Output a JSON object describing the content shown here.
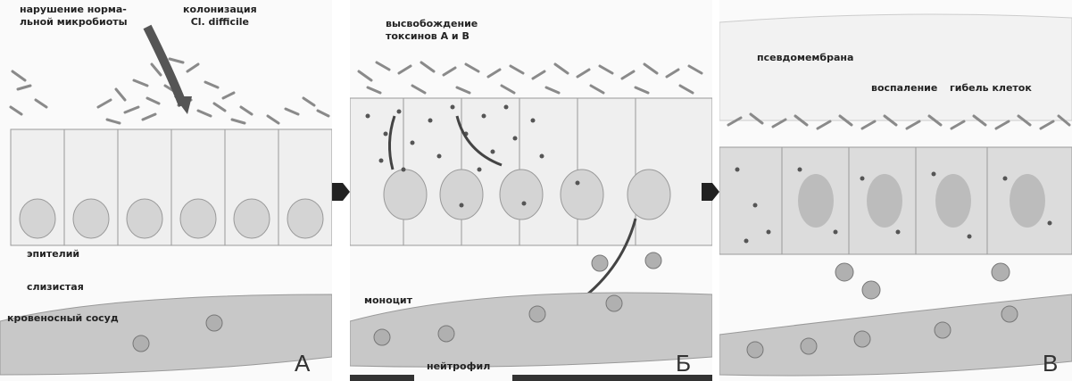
{
  "panels": [
    {
      "letter": "А",
      "labels": {
        "dysbiosis": "нарушение нормa-\nльной микробиоты",
        "colonization": "колонизация\nCl. difficile",
        "epithelium": "эпителий",
        "mucosa": "слизистая",
        "vessel": "кровеносный сосуд"
      }
    },
    {
      "letter": "Б",
      "labels": {
        "toxins": "высвобождение\nтоксинов А и В",
        "monocyte": "моноцит",
        "neutrophil": "нейтрофил"
      }
    },
    {
      "letter": "В",
      "labels": {
        "pseudomembrane": "псевдомембрана",
        "inflammation": "воспаление",
        "cell_death": "гибель клеток"
      }
    }
  ],
  "colors": {
    "cell_fill": "#efefef",
    "cell_outline": "#9a9a9a",
    "nucleus": "#d4d4d4",
    "bacteria": "#8a8a8a",
    "toxin_dot": "#555555",
    "vessel": "#c8c8c8",
    "arrow": "#444444"
  }
}
